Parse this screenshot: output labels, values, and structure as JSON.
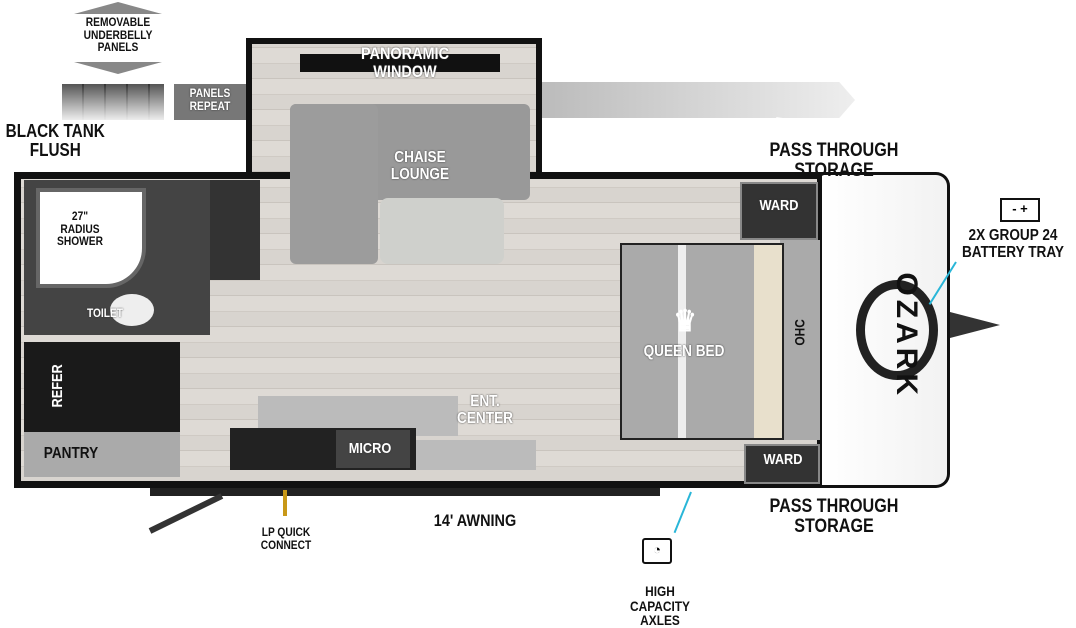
{
  "labels": {
    "removable_panels": "REMOVABLE UNDERBELLY PANELS",
    "panels_repeat": "PANELS REPEAT",
    "black_tank": "BLACK TANK FLUSH",
    "panoramic_window": "PANORAMIC WINDOW",
    "chaise_lounge": "CHAISE LOUNGE",
    "pass_through_top": "PASS THROUGH STORAGE",
    "pass_through_bottom": "PASS THROUGH STORAGE",
    "shower": "27\" RADIUS SHOWER",
    "toilet": "TOILET",
    "refer": "REFER",
    "pantry": "PANTRY",
    "micro": "MICRO",
    "ent_center": "ENT. CENTER",
    "queen_bed": "QUEEN BED",
    "ohc": "OHC",
    "ward_top": "WARD",
    "ward_bottom": "WARD",
    "battery": "2X GROUP 24 BATTERY TRAY",
    "awning": "14' AWNING",
    "lp": "LP QUICK CONNECT",
    "axles": "HIGH CAPACITY AXLES",
    "battery_symbols": "- +"
  },
  "logo": "OZARK",
  "icons": [
    "arrow-up-icon",
    "arrow-down-icon",
    "arrow-right-icon",
    "crown-icon",
    "battery-icon",
    "scale-icon"
  ],
  "colors": {
    "accent_line": "#29b6d8",
    "wall": "#111111",
    "floor": "#d6d2cd"
  }
}
